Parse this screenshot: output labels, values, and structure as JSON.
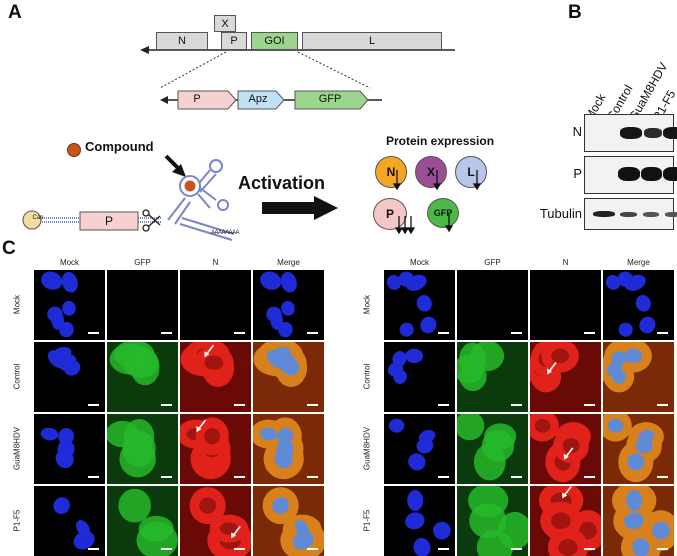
{
  "panel_letters": {
    "a": "A",
    "b": "B",
    "c": "C"
  },
  "panel_a": {
    "genome_genes": [
      "N",
      "P",
      "GOI",
      "L"
    ],
    "genome_x": "X",
    "reporter_genes": [
      "P",
      "Apz",
      "GFP"
    ],
    "compound_label": "Compound",
    "cap_label": "Cap",
    "mrna_gene": "P",
    "polyA": "AAAAAAAA",
    "activation_label": "Activation",
    "protein_expression_label": "Protein expression",
    "proteins": [
      "N",
      "X",
      "L",
      "P",
      "GFP"
    ]
  },
  "panel_b": {
    "lanes": [
      "Mock",
      "Control",
      "GuaM8HDV",
      "P1-F5"
    ],
    "blots": [
      "N",
      "P",
      "Tubulin"
    ]
  },
  "panel_c": {
    "columns": [
      "Mock",
      "GFP",
      "N",
      "Merge"
    ],
    "rows": [
      "Mock",
      "Control",
      "GuaM8HDV",
      "P1-F5"
    ]
  },
  "colors": {
    "n_protein": "#f5a623",
    "x_protein": "#9b4d96",
    "l_protein": "#b8c6ea",
    "p_protein": "#f4c6c6",
    "gfp_protein": "#4cb848",
    "goi_box": "#9cd58c",
    "apz_box": "#bfe0f5",
    "p_box": "#f6d1d1",
    "dapi": "#1f2bd6",
    "gfp_signal": "#27b92a",
    "n_signal": "#e0221b"
  }
}
